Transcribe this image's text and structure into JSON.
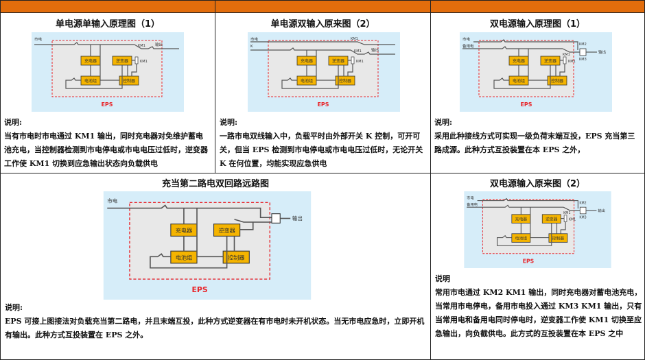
{
  "cells": [
    {
      "title": "单电源单输入原理图（1）",
      "desc_label": "说明:",
      "desc": "当有市电时市电通过 KM1 输出，同时充电器对免维护蓄电池充电，当控制器检测到市电停电或市电电压过低时，逆变器工作使 KM1 切换到应急输出状态向负载供电",
      "diagram": {
        "variant": "single",
        "sources": [
          "市电"
        ],
        "output": "输出",
        "charger": "充电器",
        "inverter": "逆变器",
        "battery": "电池组",
        "controller": "控制器",
        "km": [
          "KM1",
          "KM1"
        ],
        "eps": "EPS"
      }
    },
    {
      "title": "单电源双输入原来图（2）",
      "desc_label": "说明:",
      "desc": "一路市电双线输入中，负载平时由外部开关 K 控制，可开可关，但当 EPS 检测到市电停电或市电电压过低时，无论开关 K 在何位置，均能实现应急供电",
      "diagram": {
        "variant": "dualline",
        "sources": [
          "市电",
          "K"
        ],
        "output": "输出",
        "charger": "充电器",
        "inverter": "逆变器",
        "battery": "电池组",
        "controller": "控制器",
        "km": [
          "KM1",
          "KM1"
        ],
        "eps": "EPS"
      }
    },
    {
      "title": "双电源输入原理图（1）",
      "desc_label": "说明:",
      "desc": "采用此种接线方式可实现一级负荷末端互投，EPS 充当第三路成源。此种方式互投装置在本 EPS 之外，",
      "diagram": {
        "variant": "dualsource",
        "sources": [
          "市电",
          "备用电"
        ],
        "output": "输出",
        "charger": "充电器",
        "inverter": "逆变器",
        "battery": "电池组",
        "controller": "控制器",
        "km": [
          "KM1",
          "KM1",
          "KM2",
          "KM3"
        ],
        "eps": "EPS"
      }
    },
    {
      "title": "充当第二路电双回路远路图",
      "desc_label": "说明:",
      "desc": "EPS 可接上图接法对负载充当第二路电，并且末端互投，此种方式逆变器在有市电时未开机状态。当无市电应急时，立即开机有输出。此种方式互投装置在 EPS 之外。",
      "diagram": {
        "variant": "second",
        "sources": [
          "市电"
        ],
        "output": "输出",
        "charger": "充电器",
        "inverter": "逆变器",
        "battery": "电池组",
        "controller": "控制器",
        "km": [],
        "eps": "EPS"
      }
    },
    {
      "title": "双电源输入原来图（2）",
      "desc_label": "说明",
      "desc": "常用市电通过 KM2 KM1 输出，同时充电器对蓄电池充电，当常用市电停电，备用市电投入通过 KM3 KM1 输出，只有当常用电和备用电同时停电时，逆变器工作使 KM1 切换至应急输出，向负截供电。此方式的互投装置在本 EPS 之中",
      "diagram": {
        "variant": "dualsource2",
        "sources": [
          "市电",
          "备用电"
        ],
        "output": "输出",
        "charger": "充电器",
        "inverter": "逆变器",
        "battery": "电池组",
        "controller": "控制器",
        "km": [
          "KM1",
          "KM1",
          "KM2",
          "KM3"
        ],
        "eps": "EPS"
      }
    }
  ],
  "colors": {
    "header": "#e26d0c",
    "diagram_bg": "#d6edf9",
    "eps_box": "#e8e8e8",
    "eps_border": "#e8262b",
    "module": "#f5b400"
  }
}
